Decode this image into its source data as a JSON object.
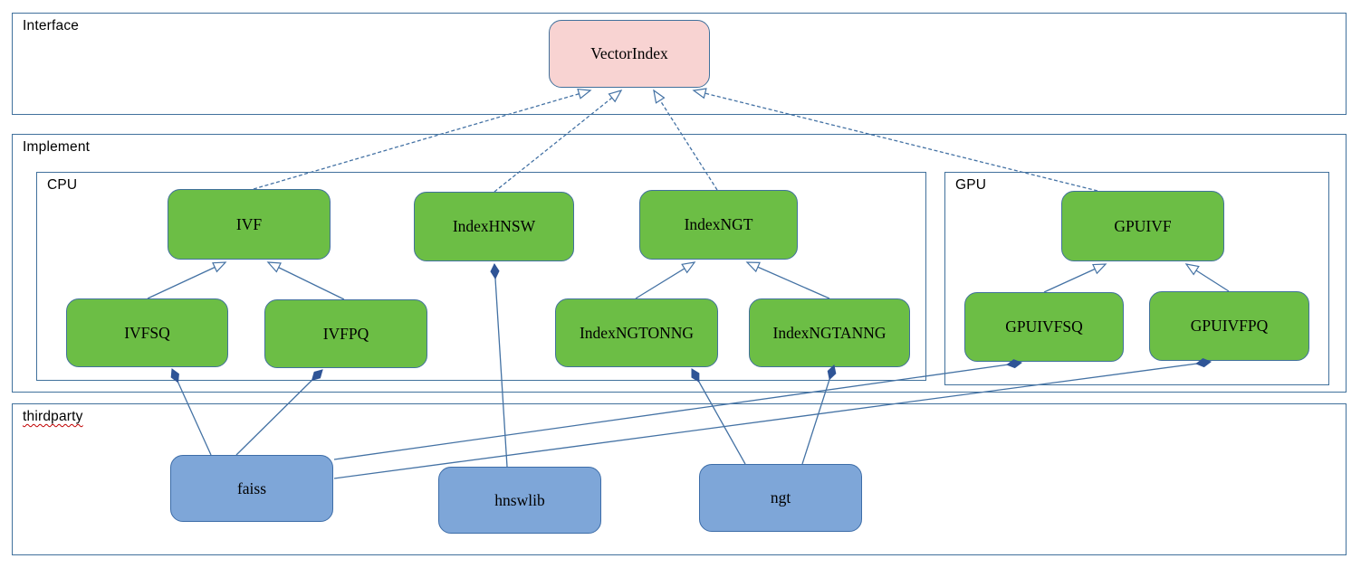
{
  "containers": {
    "interface": {
      "label": "Interface"
    },
    "implement": {
      "label": "Implement"
    },
    "cpu": {
      "label": "CPU"
    },
    "gpu": {
      "label": "GPU"
    },
    "thirdparty": {
      "label": "thirdparty"
    }
  },
  "nodes": {
    "vectorindex": {
      "label": "VectorIndex",
      "group": "interface"
    },
    "ivf": {
      "label": "IVF",
      "group": "cpu"
    },
    "indexhnsw": {
      "label": "IndexHNSW",
      "group": "cpu"
    },
    "indexngt": {
      "label": "IndexNGT",
      "group": "cpu"
    },
    "gpuivf": {
      "label": "GPUIVF",
      "group": "gpu"
    },
    "ivfsq": {
      "label": "IVFSQ",
      "group": "cpu"
    },
    "ivfpq": {
      "label": "IVFPQ",
      "group": "cpu"
    },
    "indexngtonng": {
      "label": "IndexNGTONNG",
      "group": "cpu"
    },
    "indexngtanng": {
      "label": "IndexNGTANNG",
      "group": "cpu"
    },
    "gpuivfsq": {
      "label": "GPUIVFSQ",
      "group": "gpu"
    },
    "gpuivfpq": {
      "label": "GPUIVFPQ",
      "group": "gpu"
    },
    "faiss": {
      "label": "faiss",
      "group": "thirdparty"
    },
    "hnswlib": {
      "label": "hnswlib",
      "group": "thirdparty"
    },
    "ngt": {
      "label": "ngt",
      "group": "thirdparty"
    }
  },
  "relationships": [
    {
      "from": "IVF",
      "to": "VectorIndex",
      "type": "realization"
    },
    {
      "from": "IndexHNSW",
      "to": "VectorIndex",
      "type": "realization"
    },
    {
      "from": "IndexNGT",
      "to": "VectorIndex",
      "type": "realization"
    },
    {
      "from": "GPUIVF",
      "to": "VectorIndex",
      "type": "realization"
    },
    {
      "from": "IVFSQ",
      "to": "IVF",
      "type": "generalization"
    },
    {
      "from": "IVFPQ",
      "to": "IVF",
      "type": "generalization"
    },
    {
      "from": "IndexNGTONNG",
      "to": "IndexNGT",
      "type": "generalization"
    },
    {
      "from": "IndexNGTANNG",
      "to": "IndexNGT",
      "type": "generalization"
    },
    {
      "from": "GPUIVFSQ",
      "to": "GPUIVF",
      "type": "generalization"
    },
    {
      "from": "GPUIVFPQ",
      "to": "GPUIVF",
      "type": "generalization"
    },
    {
      "from": "faiss",
      "to": "IVFSQ",
      "type": "composition"
    },
    {
      "from": "faiss",
      "to": "IVFPQ",
      "type": "composition"
    },
    {
      "from": "faiss",
      "to": "GPUIVFSQ",
      "type": "composition"
    },
    {
      "from": "faiss",
      "to": "GPUIVFPQ",
      "type": "composition"
    },
    {
      "from": "hnswlib",
      "to": "IndexHNSW",
      "type": "composition"
    },
    {
      "from": "ngt",
      "to": "IndexNGTONNG",
      "type": "composition"
    },
    {
      "from": "ngt",
      "to": "IndexNGTANNG",
      "type": "composition"
    }
  ],
  "colors": {
    "implementation_node_fill": "#6CBE45",
    "thirdparty_node_fill": "#7EA6D8",
    "interface_node_fill": "#F8D3D2",
    "node_border": "#41719C",
    "container_border": "#41719C",
    "connector": "#4472A4",
    "composition_diamond": "#2F5496",
    "spellcheck_underline": "#C00000"
  }
}
